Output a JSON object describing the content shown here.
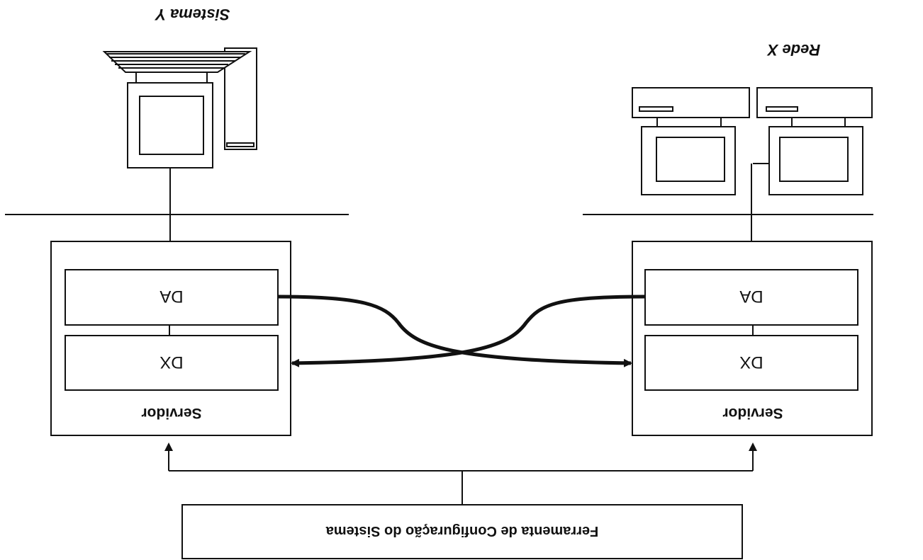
{
  "labels": {
    "system_y": "Sistema Y",
    "network_x": "Rede X",
    "server_left": "Servidor",
    "server_right": "Servidor",
    "da_left": "DA",
    "dx_left": "DX",
    "da_right": "DA",
    "dx_right": "DX",
    "config_tool": "Ferramenta de Configuração do Sistema"
  },
  "orientation": "upside-down (rotated 180°)",
  "colors": {
    "stroke": "#111111",
    "background": "#ffffff"
  }
}
